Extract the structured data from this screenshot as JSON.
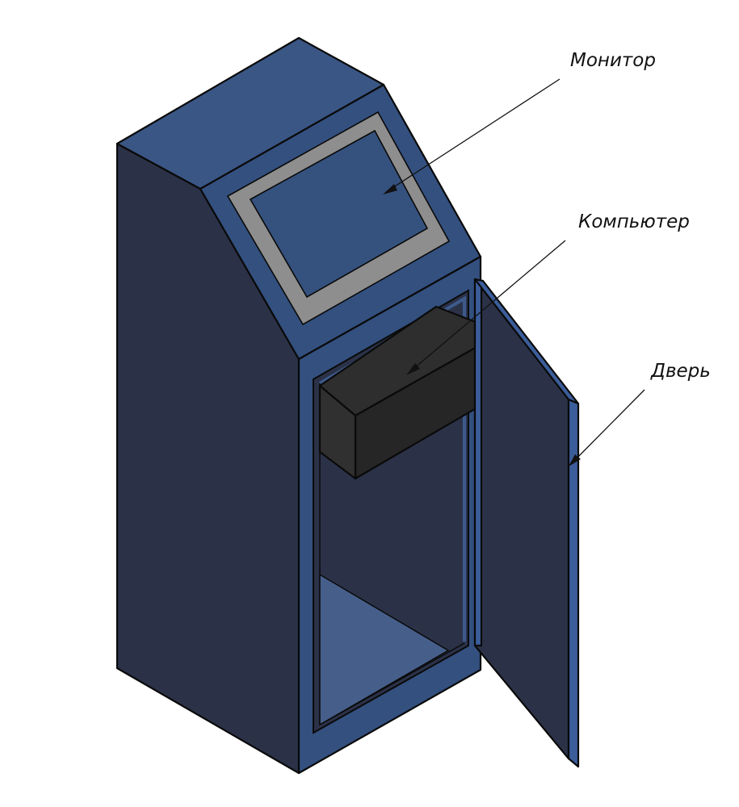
{
  "diagram": {
    "colors": {
      "side_dark": "#2b3248",
      "front_blue": "#33507f",
      "top_blue": "#3a5685",
      "frame_gray": "#8e8e8e",
      "screen_blue": "#35527f",
      "floor_blue": "#465f8a",
      "box_dark": "#2e2e2e",
      "box_front": "#262626",
      "door_edge": "#3b5d9a",
      "outline": "#0a0a0a"
    },
    "labels": {
      "monitor": "Монитор",
      "computer": "Компьютер",
      "door": "Дверь"
    }
  }
}
